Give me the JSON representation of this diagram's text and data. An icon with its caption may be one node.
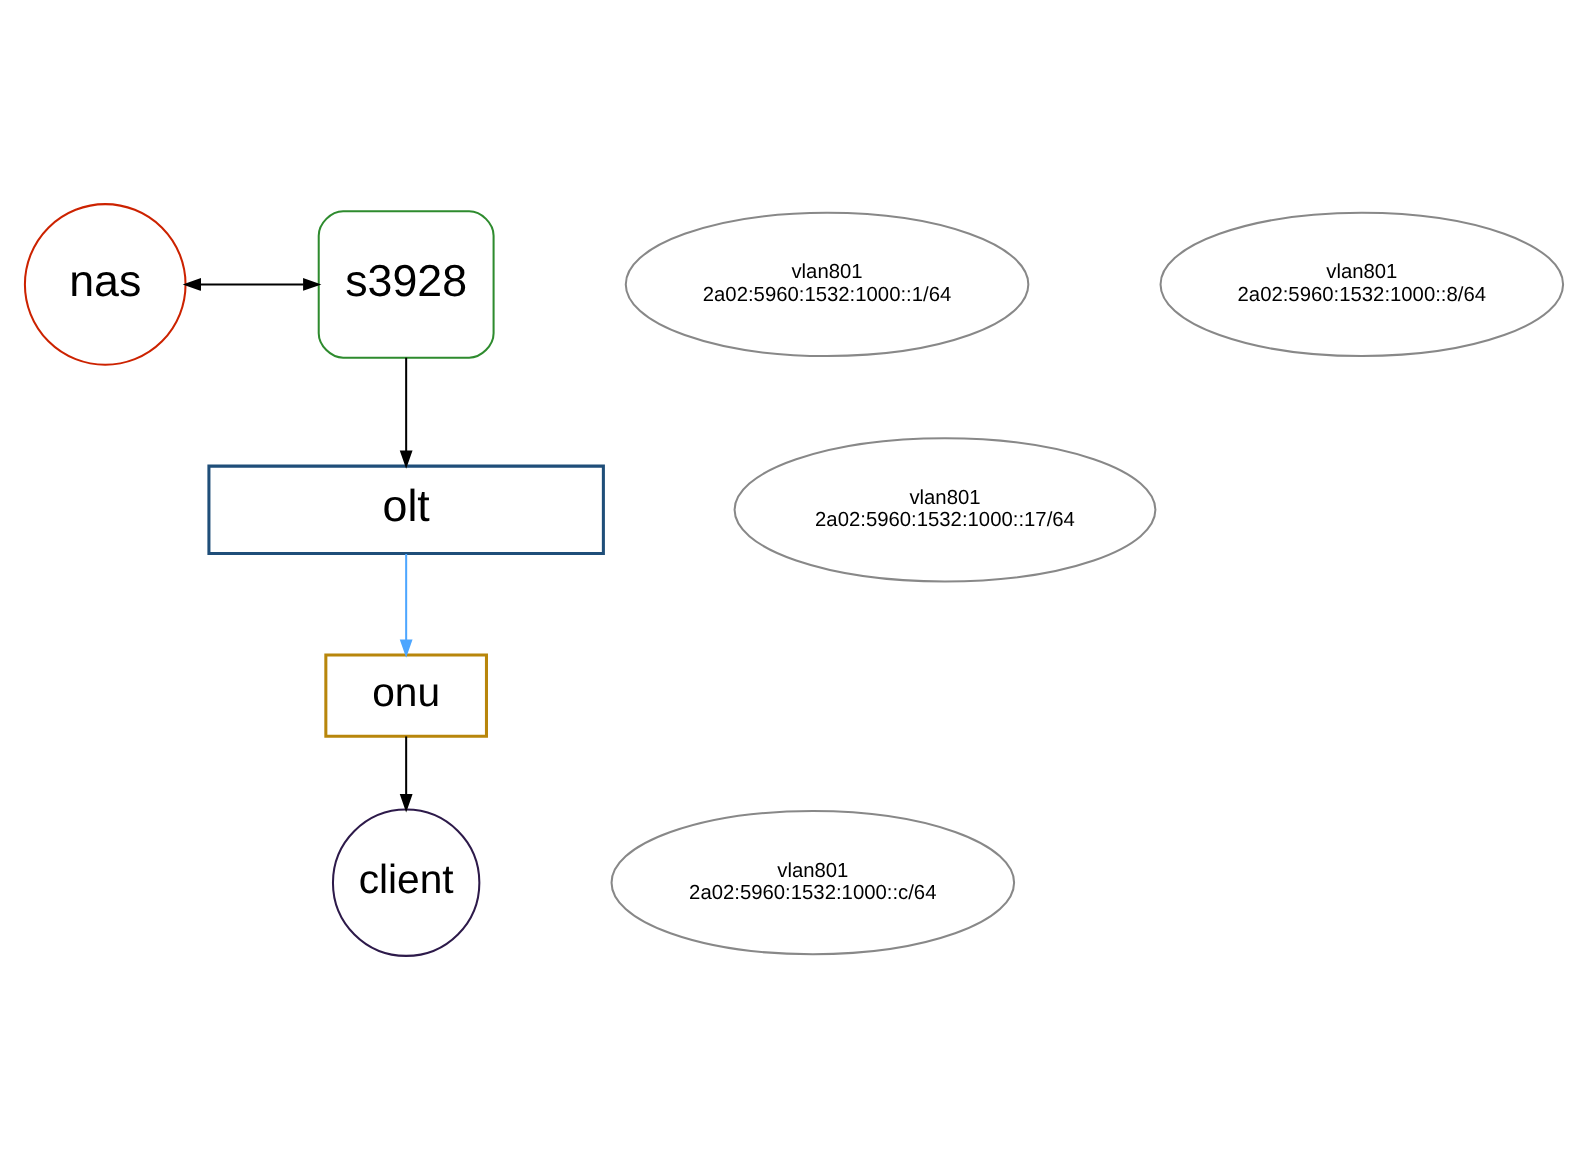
{
  "diagram": {
    "nodes": [
      {
        "text": [
          "nas"
        ]
      },
      {
        "text": [
          "s3928"
        ]
      },
      {
        "text": [
          "olt"
        ]
      },
      {
        "text": [
          "onu"
        ]
      },
      {
        "text": [
          "client"
        ]
      },
      {
        "text": [
          "vlan801",
          "2a02:5960:1532:1000::1/64"
        ]
      },
      {
        "text": [
          "vlan801",
          "2a02:5960:1532:1000::8/64"
        ]
      },
      {
        "text": [
          "vlan801",
          "2a02:5960:1532:1000::17/64"
        ]
      },
      {
        "text": [
          "vlan801",
          "2a02:5960:1532:1000::c/64"
        ]
      }
    ],
    "edges": [
      {
        "from": 0,
        "to": 1,
        "arrow": "both"
      },
      {
        "from": 1,
        "to": 2,
        "arrow": "to"
      },
      {
        "from": 2,
        "to": 3,
        "arrow": "to",
        "color": "#4da6ff"
      },
      {
        "from": 3,
        "to": 4,
        "arrow": "to"
      }
    ]
  }
}
